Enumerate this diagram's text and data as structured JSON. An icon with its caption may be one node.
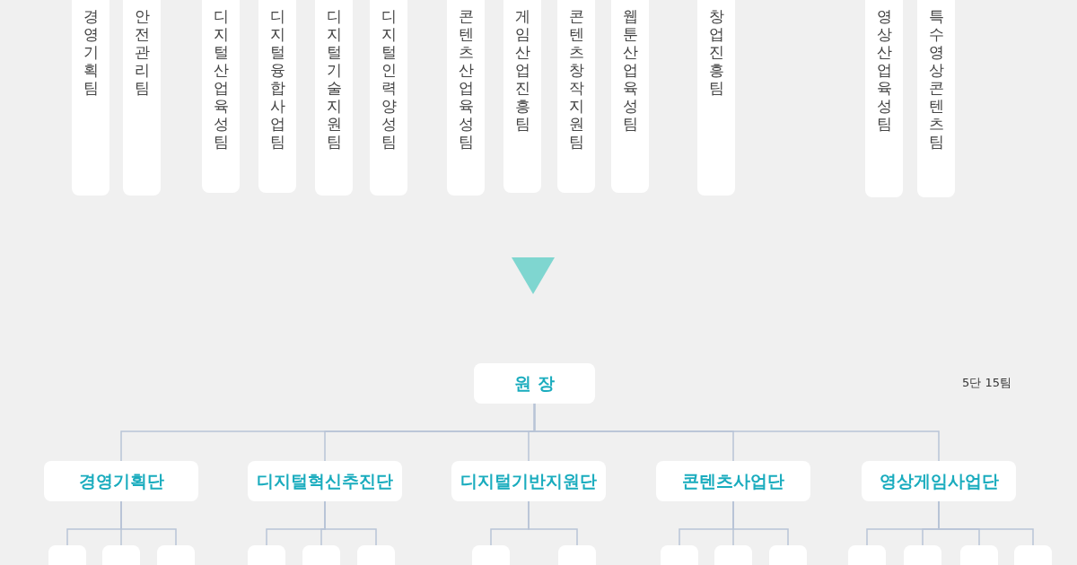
{
  "diagram": {
    "nodes": [
      {
        "text": [
          "경영기획팀"
        ]
      },
      {
        "text": [
          "안전관리팀"
        ]
      },
      {
        "text": [
          "디지털산업육성팀"
        ]
      },
      {
        "text": [
          "디지털융합사업팀"
        ]
      },
      {
        "text": [
          "디지털기술지원팀"
        ]
      },
      {
        "text": [
          "디지털인력양성팀"
        ]
      },
      {
        "text": [
          "콘텐츠산업육성팀"
        ]
      },
      {
        "text": [
          "게임산업진흥팀"
        ]
      },
      {
        "text": [
          "콘텐츠창작지원팀"
        ]
      },
      {
        "text": [
          "웹툰산업육성팀"
        ]
      },
      {
        "text": [
          "창업진흥팀"
        ]
      },
      {
        "text": [
          "영상산업육성팀"
        ]
      },
      {
        "text": [
          "특수영상콘텐츠팀"
        ]
      },
      {
        "text": [
          "원 장"
        ]
      },
      {
        "text": [
          "경영기획단"
        ]
      },
      {
        "text": [
          "디지털혁신추진단"
        ]
      },
      {
        "text": [
          "디지털기반지원단"
        ]
      },
      {
        "text": [
          "콘텐츠사업단"
        ]
      },
      {
        "text": [
          "영상게임사업단"
        ]
      },
      {
        "text": [],
        "shape": "box"
      },
      {
        "text": [],
        "shape": "box"
      },
      {
        "text": [],
        "shape": "box"
      },
      {
        "text": [],
        "shape": "box"
      },
      {
        "text": [],
        "shape": "box"
      },
      {
        "text": [],
        "shape": "box"
      },
      {
        "text": [],
        "shape": "box"
      },
      {
        "text": [],
        "shape": "box"
      },
      {
        "text": [],
        "shape": "box"
      },
      {
        "text": [],
        "shape": "box"
      },
      {
        "text": [],
        "shape": "box"
      },
      {
        "text": [],
        "shape": "box"
      },
      {
        "text": [],
        "shape": "box"
      },
      {
        "text": [],
        "shape": "box"
      },
      {
        "text": [],
        "shape": "box"
      }
    ],
    "edges": [
      {
        "from": 13,
        "to": 14,
        "arrow": "none"
      },
      {
        "from": 13,
        "to": 15,
        "arrow": "none"
      },
      {
        "from": 13,
        "to": 16,
        "arrow": "none"
      },
      {
        "from": 13,
        "to": 17,
        "arrow": "none"
      },
      {
        "from": 13,
        "to": 18,
        "arrow": "none"
      },
      {
        "from": 14,
        "to": 19,
        "arrow": "none"
      },
      {
        "from": 14,
        "to": 20,
        "arrow": "none"
      },
      {
        "from": 14,
        "to": 21,
        "arrow": "none"
      },
      {
        "from": 15,
        "to": 22,
        "arrow": "none"
      },
      {
        "from": 15,
        "to": 23,
        "arrow": "none"
      },
      {
        "from": 15,
        "to": 24,
        "arrow": "none"
      },
      {
        "from": 16,
        "to": 25,
        "arrow": "none"
      },
      {
        "from": 16,
        "to": 26,
        "arrow": "none"
      },
      {
        "from": 17,
        "to": 27,
        "arrow": "none"
      },
      {
        "from": 17,
        "to": 28,
        "arrow": "none"
      },
      {
        "from": 17,
        "to": 29,
        "arrow": "none"
      },
      {
        "from": 18,
        "to": 30,
        "arrow": "none"
      },
      {
        "from": 18,
        "to": 31,
        "arrow": "none"
      },
      {
        "from": 18,
        "to": 32,
        "arrow": "none"
      },
      {
        "from": 18,
        "to": 33,
        "arrow": "none"
      }
    ],
    "labels": [
      "5단 15팀"
    ]
  }
}
